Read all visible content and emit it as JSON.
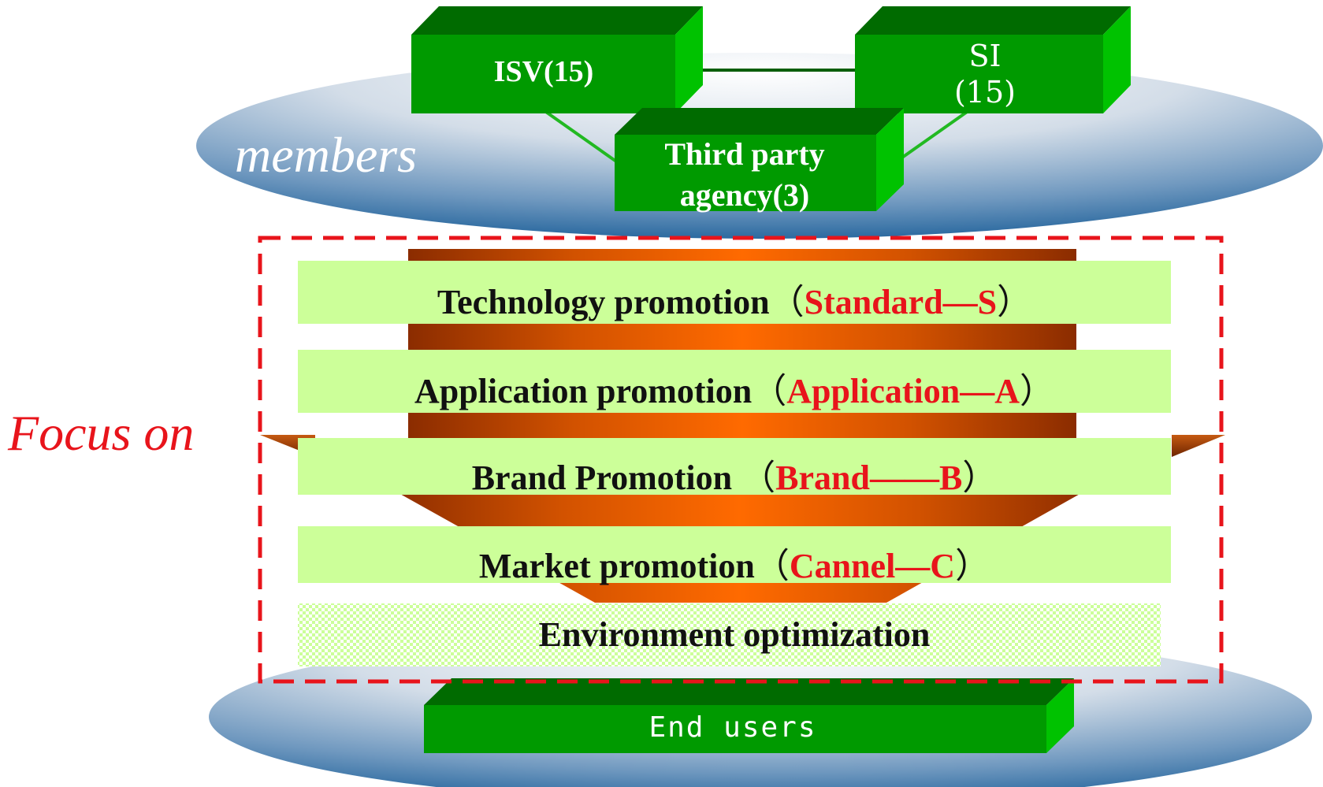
{
  "members": {
    "label": "members",
    "isv": "ISV(15)",
    "si_line1": "SI",
    "si_line2": "(15)",
    "tpa_line1": "Third party",
    "tpa_line2": "agency(3)"
  },
  "focus": {
    "label": "Focus on",
    "bands": [
      {
        "text": "Technology promotion",
        "open": "（",
        "code": "Standard—S",
        "close": "）"
      },
      {
        "text": "Application promotion",
        "open": "（",
        "code": "Application—A",
        "close": "）"
      },
      {
        "text": "Brand Promotion ",
        "open": "（",
        "code": "Brand——B",
        "close": "）"
      },
      {
        "text": "Market promotion",
        "open": "（",
        "code": "Cannel—C",
        "close": "）"
      }
    ],
    "environment": "Environment optimization"
  },
  "end_users": "End users",
  "colors": {
    "green_front": "#009a00",
    "green_top": "#006b00",
    "green_side": "#00c200",
    "band_fill": "#ccff99",
    "funnel_orange": "#ff6a00",
    "funnel_dark": "#8b2c00",
    "focus_red": "#e8141b",
    "ellipse_blue": "#2c6aa0"
  }
}
